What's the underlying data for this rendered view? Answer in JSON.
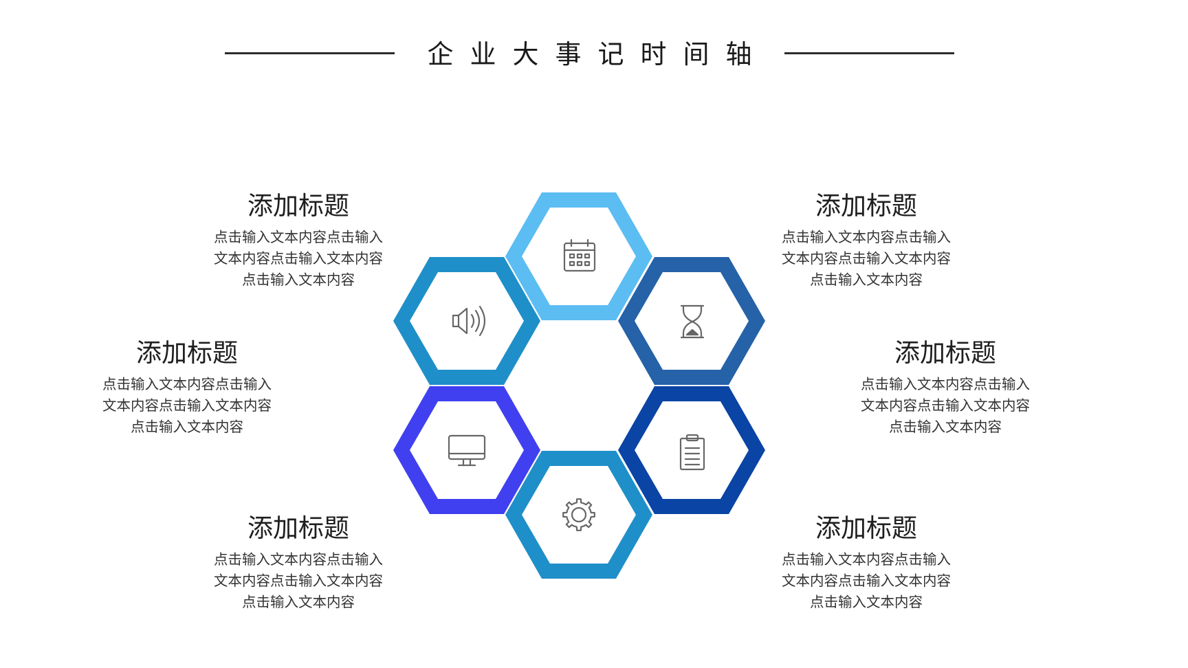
{
  "header": {
    "title": "企业大事记时间轴"
  },
  "items": [
    {
      "title": "添加标题",
      "body": "点击输入文本内容点击输入\n文本内容点击输入文本内容\n点击输入文本内容"
    },
    {
      "title": "添加标题",
      "body": "点击输入文本内容点击输入\n文本内容点击输入文本内容\n点击输入文本内容"
    },
    {
      "title": "添加标题",
      "body": "点击输入文本内容点击输入\n文本内容点击输入文本内容\n点击输入文本内容"
    },
    {
      "title": "添加标题",
      "body": "点击输入文本内容点击输入\n文本内容点击输入文本内容\n点击输入文本内容"
    },
    {
      "title": "添加标题",
      "body": "点击输入文本内容点击输入\n文本内容点击输入文本内容\n点击输入文本内容"
    },
    {
      "title": "添加标题",
      "body": "点击输入文本内容点击输入\n文本内容点击输入文本内容\n点击输入文本内容"
    }
  ],
  "hexagons": [
    {
      "name": "calendar-icon",
      "color": "#5bbdf2"
    },
    {
      "name": "speaker-icon",
      "color": "#1f8fc9"
    },
    {
      "name": "hourglass-icon",
      "color": "#2562a8"
    },
    {
      "name": "monitor-icon",
      "color": "#4040f0"
    },
    {
      "name": "clipboard-icon",
      "color": "#0a44a4"
    },
    {
      "name": "gear-icon",
      "color": "#1f8fc9"
    }
  ],
  "colors": {
    "icon_stroke": "#666666",
    "title_rule": "#2b2b2b"
  }
}
